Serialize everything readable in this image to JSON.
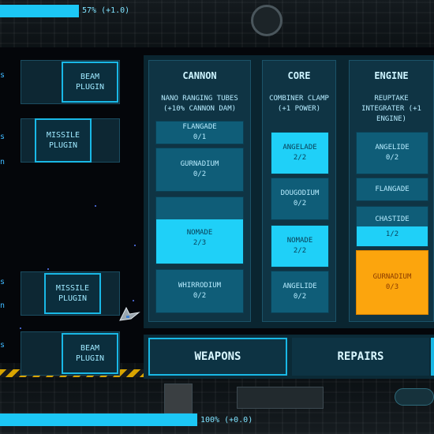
{
  "status": {
    "top_text": "57% (+1.0)",
    "top_fill": 0.57,
    "bottom_text": "100% (+0.0)",
    "bottom_fill": 1.0
  },
  "left_slots": [
    {
      "label": "BEAM PLUGIN"
    },
    {
      "label": "MISSILE PLUGIN"
    },
    {
      "label": "MISSILE PLUGIN"
    },
    {
      "label": "BEAM PLUGIN"
    }
  ],
  "columns": [
    {
      "title": "CANNON",
      "desc": "NANO RANGING TUBES (+10% CANNON DAM)",
      "cells": [
        {
          "name": "FLANGADE",
          "count": "0/1"
        },
        {
          "name": "GURNADIUM",
          "count": "0/2"
        },
        {
          "name": "NOMADE",
          "count": "2/3"
        },
        {
          "name": "WHIRRODIUM",
          "count": "0/2"
        }
      ]
    },
    {
      "title": "CORE",
      "desc": "COMBINER CLAMP (+1 POWER)",
      "cells": [
        {
          "name": "ANGELADE",
          "count": "2/2"
        },
        {
          "name": "DOUGODIUM",
          "count": "0/2"
        },
        {
          "name": "NOMADE",
          "count": "2/2"
        },
        {
          "name": "ANGELIDE",
          "count": "0/2"
        }
      ]
    },
    {
      "title": "ENGINE",
      "desc": "REUPTAKE INTEGRATER (+1 ENGINE)",
      "cells": [
        {
          "name": "ANGELIDE",
          "count": "0/2"
        },
        {
          "name": "FLANGADE",
          "count": ""
        },
        {
          "name": "CHASTIDE",
          "count": "1/2"
        },
        {
          "name": "GURNADIUM",
          "count": "0/3"
        }
      ]
    }
  ],
  "tabs": {
    "weapons": "WEAPONS",
    "repairs": "REPAIRS"
  },
  "colors": {
    "accent": "#1cc7f5",
    "warning": "#fca50d",
    "panel": "#0f3444"
  }
}
